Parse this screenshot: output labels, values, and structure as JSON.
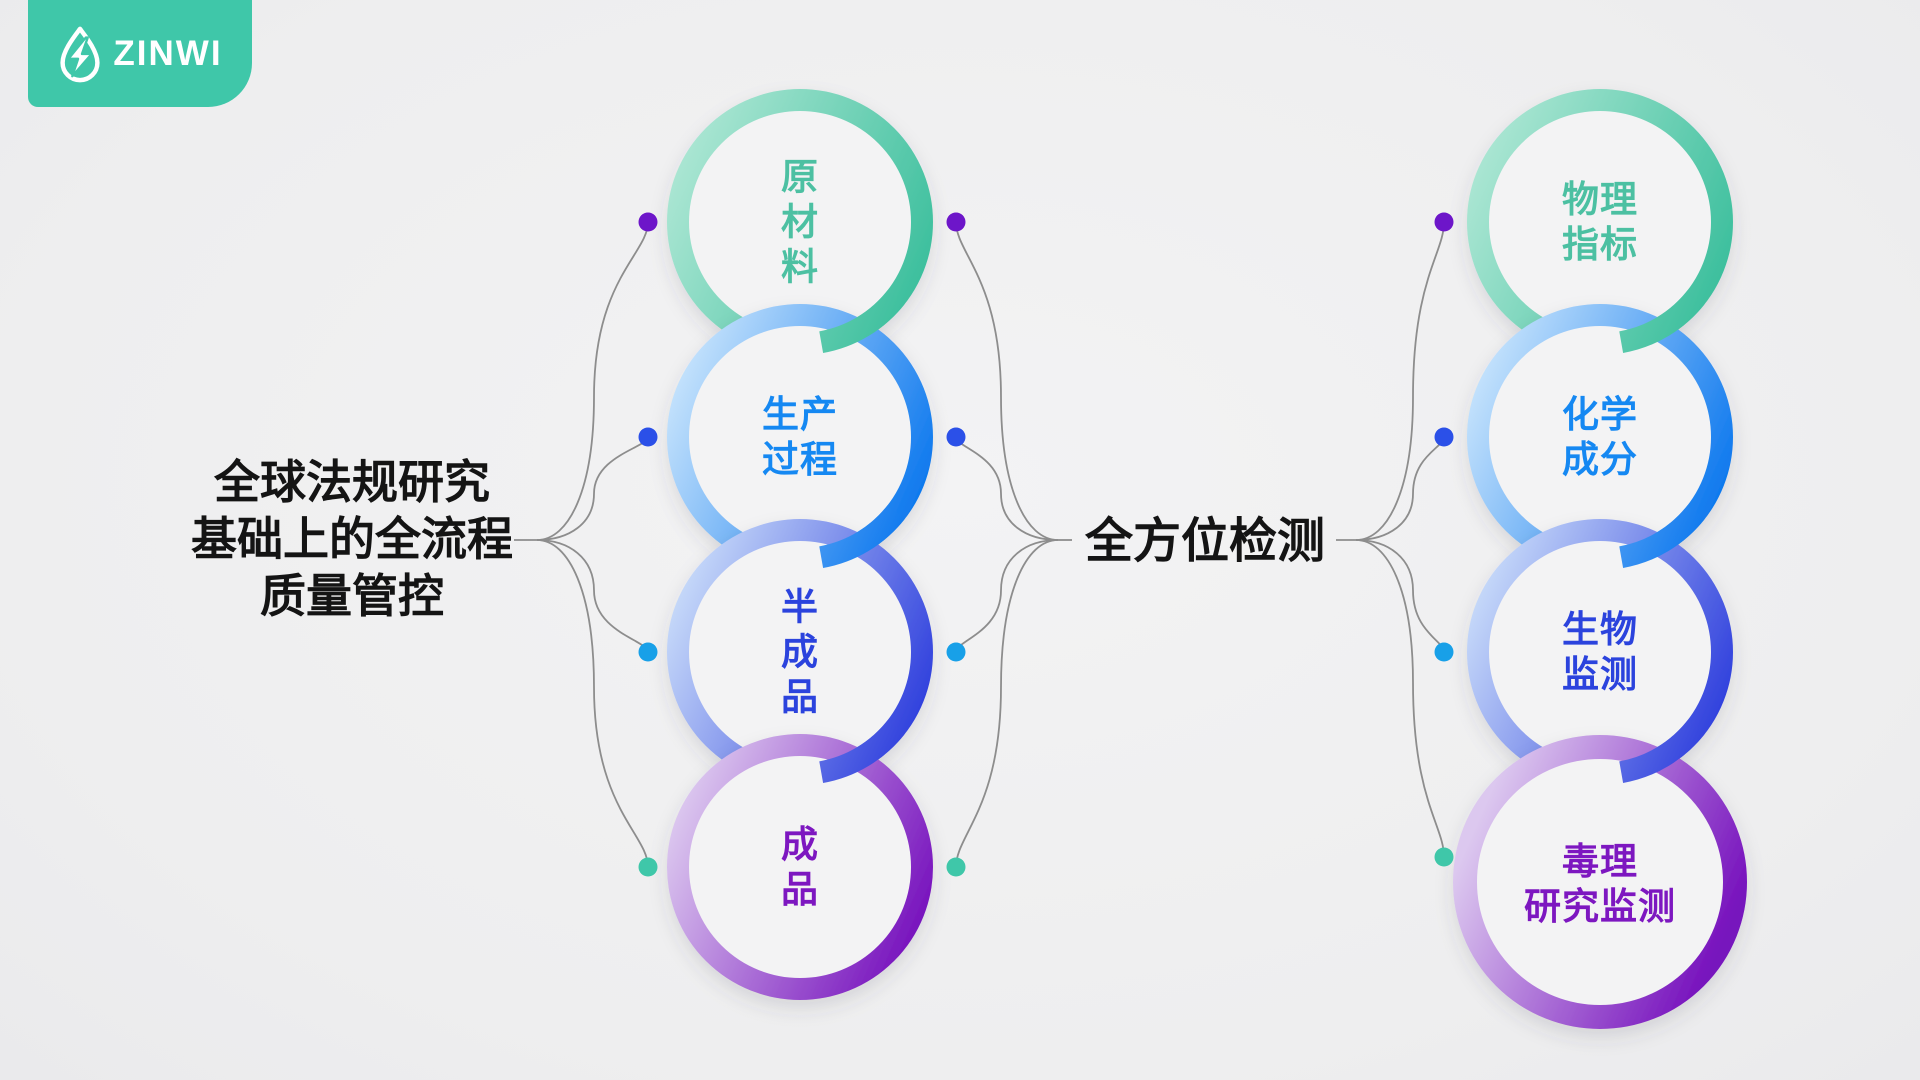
{
  "page": {
    "background_color": "#eeeeef",
    "type": "quality-control-process-infographic"
  },
  "logo": {
    "text": "ZINWI",
    "bg_color": "#3fc7a9",
    "icon": "water-drop-bolt",
    "icon_color": "#ffffff"
  },
  "left_headline": {
    "lines": [
      "全球法规研究",
      "基础上的全流程",
      "质量管控"
    ],
    "color": "#141414"
  },
  "center_headline": {
    "text": "全方位检测",
    "color": "#141414"
  },
  "left_column": {
    "items": [
      {
        "label_lines": [
          "原",
          "材",
          "料"
        ],
        "text_color": "#4cc0a2",
        "ring_light": "#abe6d3",
        "ring_dark": "#3cbf9d"
      },
      {
        "label_lines": [
          "生产",
          "过程"
        ],
        "text_color": "#1588f2",
        "ring_light": "#c4e2fc",
        "ring_dark": "#0d78ee"
      },
      {
        "label_lines": [
          "半",
          "成",
          "品"
        ],
        "text_color": "#2b43dd",
        "ring_light": "#c6d9f9",
        "ring_dark": "#3040dd"
      },
      {
        "label_lines": [
          "成",
          "品"
        ],
        "text_color": "#7d17c0",
        "ring_light": "#dcc8ef",
        "ring_dark": "#7712bd"
      }
    ]
  },
  "right_column": {
    "items": [
      {
        "label_lines": [
          "物理",
          "指标"
        ],
        "text_color": "#4cc0a2",
        "ring_light": "#abe6d3",
        "ring_dark": "#3cbf9d"
      },
      {
        "label_lines": [
          "化学",
          "成分"
        ],
        "text_color": "#1588f2",
        "ring_light": "#c4e2fc",
        "ring_dark": "#0d78ee"
      },
      {
        "label_lines": [
          "生物",
          "监测"
        ],
        "text_color": "#2b43dd",
        "ring_light": "#c6d9f9",
        "ring_dark": "#3040dd"
      },
      {
        "label_lines": [
          "毒理",
          "研究监测"
        ],
        "text_color": "#7d17c0",
        "ring_light": "#dcc8ef",
        "ring_dark": "#7712bd"
      }
    ]
  },
  "connectors": {
    "line_color": "#8d8d8d",
    "dot_colors": [
      "#6d16c9",
      "#2b50e8",
      "#18a0e8",
      "#3fc7a9"
    ]
  }
}
